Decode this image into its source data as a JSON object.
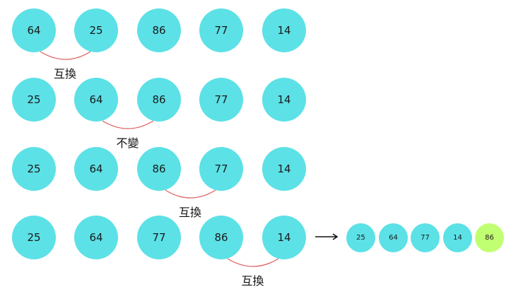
{
  "colors": {
    "node": "#5ce1e6",
    "highlight": "#c1ff72",
    "arc": "#e06060",
    "arrow": "#111111"
  },
  "rows": [
    {
      "values": [
        "64",
        "25",
        "86",
        "77",
        "14"
      ],
      "compare_index": 0,
      "label": "互換"
    },
    {
      "values": [
        "25",
        "64",
        "86",
        "77",
        "14"
      ],
      "compare_index": 1,
      "label": "不變"
    },
    {
      "values": [
        "25",
        "64",
        "86",
        "77",
        "14"
      ],
      "compare_index": 2,
      "label": "互換"
    },
    {
      "values": [
        "25",
        "64",
        "77",
        "86",
        "14"
      ],
      "compare_index": 3,
      "label": "互換"
    }
  ],
  "result": {
    "values": [
      "25",
      "64",
      "77",
      "14",
      "86"
    ],
    "highlight_index": 4
  }
}
